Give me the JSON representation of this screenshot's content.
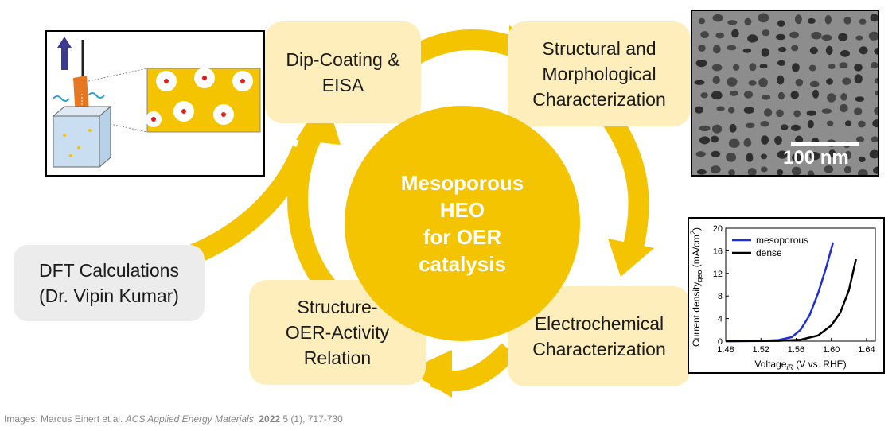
{
  "center": {
    "label": "Mesoporous\nHEO\nfor OER\ncatalysis"
  },
  "steps": {
    "dip_coating": "Dip-Coating &\nEISA",
    "structural": "Structural and\nMorphological\nCharacterization",
    "electrochemical": "Electrochemical\nCharacterization",
    "relation": "Structure-\nOER-Activity\nRelation",
    "dft": "DFT Calculations\n(Dr. Vipin Kumar)"
  },
  "sem_image": {
    "scale_label": "100 nm"
  },
  "colors": {
    "accent": "#f5c400",
    "box_fill": "#fdeebb",
    "grey_box": "#ececec"
  },
  "chart_data": {
    "type": "line",
    "title": "",
    "xlabel": "Voltage",
    "xlabel_sub": "iR",
    "xlabel_suffix": " (V vs. RHE)",
    "ylabel": "Current density",
    "ylabel_sub": "geo",
    "ylabel_suffix": " (mA/cm",
    "ylabel_sup": "2",
    "ylabel_end": ")",
    "xlim": [
      1.48,
      1.65
    ],
    "ylim": [
      0,
      20
    ],
    "xticks": [
      "1.48",
      "1.52",
      "1.56",
      "1.60",
      "1.64"
    ],
    "yticks": [
      "0",
      "4",
      "8",
      "12",
      "16",
      "20"
    ],
    "legend_position": "top-left",
    "series": [
      {
        "name": "mesoporous",
        "color": "#1f2fd0",
        "x": [
          1.48,
          1.52,
          1.54,
          1.555,
          1.565,
          1.575,
          1.585,
          1.595,
          1.602
        ],
        "y": [
          0.0,
          0.05,
          0.2,
          0.7,
          2.0,
          4.5,
          8.5,
          13.5,
          17.5
        ]
      },
      {
        "name": "dense",
        "color": "#000000",
        "x": [
          1.48,
          1.54,
          1.565,
          1.585,
          1.6,
          1.61,
          1.62,
          1.628
        ],
        "y": [
          0.0,
          0.05,
          0.25,
          1.0,
          2.8,
          5.0,
          9.0,
          14.5
        ]
      }
    ]
  },
  "credit": {
    "prefix": "Images: Marcus Einert et al. ",
    "journal": "ACS Applied Energy Materials",
    "comma": ", ",
    "year": "2022",
    "suffix": " 5 (1), 717-730"
  }
}
